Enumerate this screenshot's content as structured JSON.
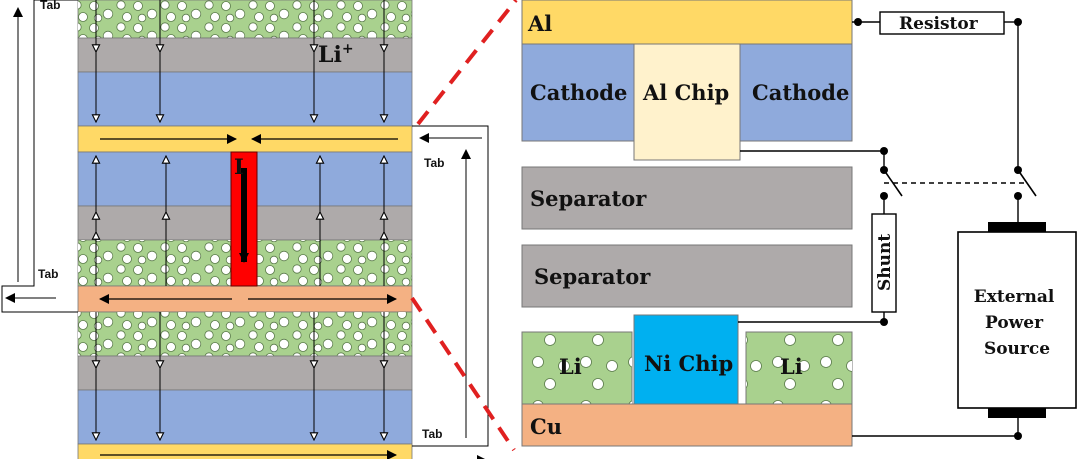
{
  "left_panel": {
    "tab_top_label": "Tab",
    "tab_right_upper_label": "Tab",
    "tab_left_label": "Tab",
    "tab_right_lower_label": "Tab",
    "ion_label": "Li",
    "ion_charge": "+",
    "current_label": "I"
  },
  "right_panel": {
    "al_label": "Al",
    "cathode_left_label": "Cathode",
    "al_chip_label": "Al Chip",
    "cathode_right_label": "Cathode",
    "separator_top_label": "Separator",
    "separator_bottom_label": "Separator",
    "li_left_label": "Li",
    "ni_chip_label": "Ni Chip",
    "li_right_label": "Li",
    "cu_label": "Cu",
    "resistor_label": "Resistor",
    "shunt_label": "Shunt",
    "external_power_source_label": [
      "External",
      "Power",
      "Source"
    ]
  },
  "colors": {
    "anode_green": "#a9d18e",
    "separator_grey": "#aeaaaa",
    "cathode_blue": "#8faadc",
    "aluminum_yellow": "#ffd966",
    "copper_orange": "#f4b183",
    "al_chip_cream": "#fff2cc",
    "ni_chip_cyan": "#00b0f0",
    "short_red": "#ff0000",
    "zoom_line_red": "#e02020"
  }
}
